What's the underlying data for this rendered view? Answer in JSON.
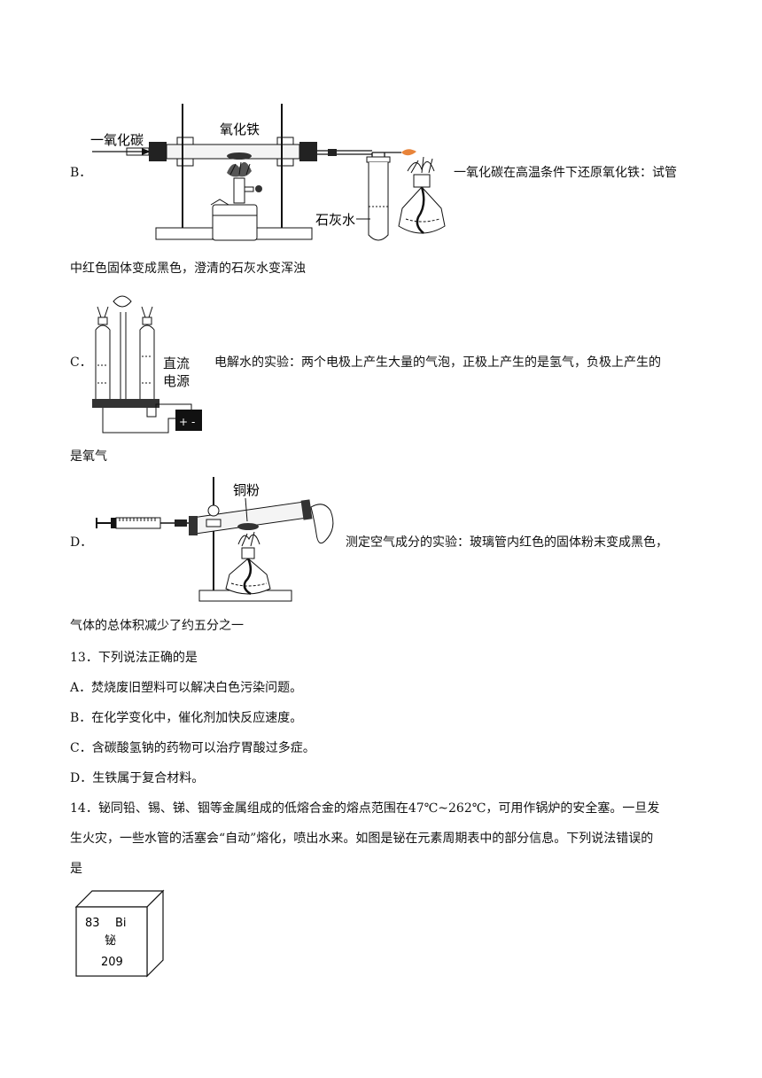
{
  "option_b": {
    "letter": "B．",
    "label_co": "一氧化碳",
    "label_fe2o3": "氧化铁",
    "label_limewater": "石灰水",
    "text_line1": "一氧化碳在高温条件下还原氧化铁：试管",
    "text_line2": "中红色固体变成黑色，澄清的石灰水变浑浊"
  },
  "option_c": {
    "letter": "C．",
    "label_power_1": "直流",
    "label_power_2": "电源",
    "text_line1": "电解水的实验：两个电极上产生大量的气泡，正极上产生的是氢气，负极上产生的",
    "text_line2": "是氧气"
  },
  "option_d": {
    "letter": "D．",
    "label_copper": "铜粉",
    "text_line1": "测定空气成分的实验：玻璃管内红色的固体粉末变成黑色，",
    "text_line2": "气体的总体积减少了约五分之一"
  },
  "q13": {
    "stem": "13．下列说法正确的是",
    "options": [
      "A．焚烧废旧塑料可以解决白色污染问题。",
      "B．在化学变化中，催化剂加快反应速度。",
      "C．含碳酸氢钠的药物可以治疗胃酸过多症。",
      "D．生铁属于复合材料。"
    ]
  },
  "q14": {
    "stem_line1": "14．铋同铅、锡、锑、铟等金属组成的低熔合金的熔点范围在47℃~262℃，可用作锅炉的安全塞。一旦发",
    "stem_line2": "生火灾，一些水管的活塞会“自动”熔化，喷出水来。如图是铋在元素周期表中的部分信息。下列说法错误的",
    "stem_line3": "是",
    "element": {
      "number": "83",
      "symbol": "Bi",
      "name": "铋",
      "mass": "209"
    }
  }
}
